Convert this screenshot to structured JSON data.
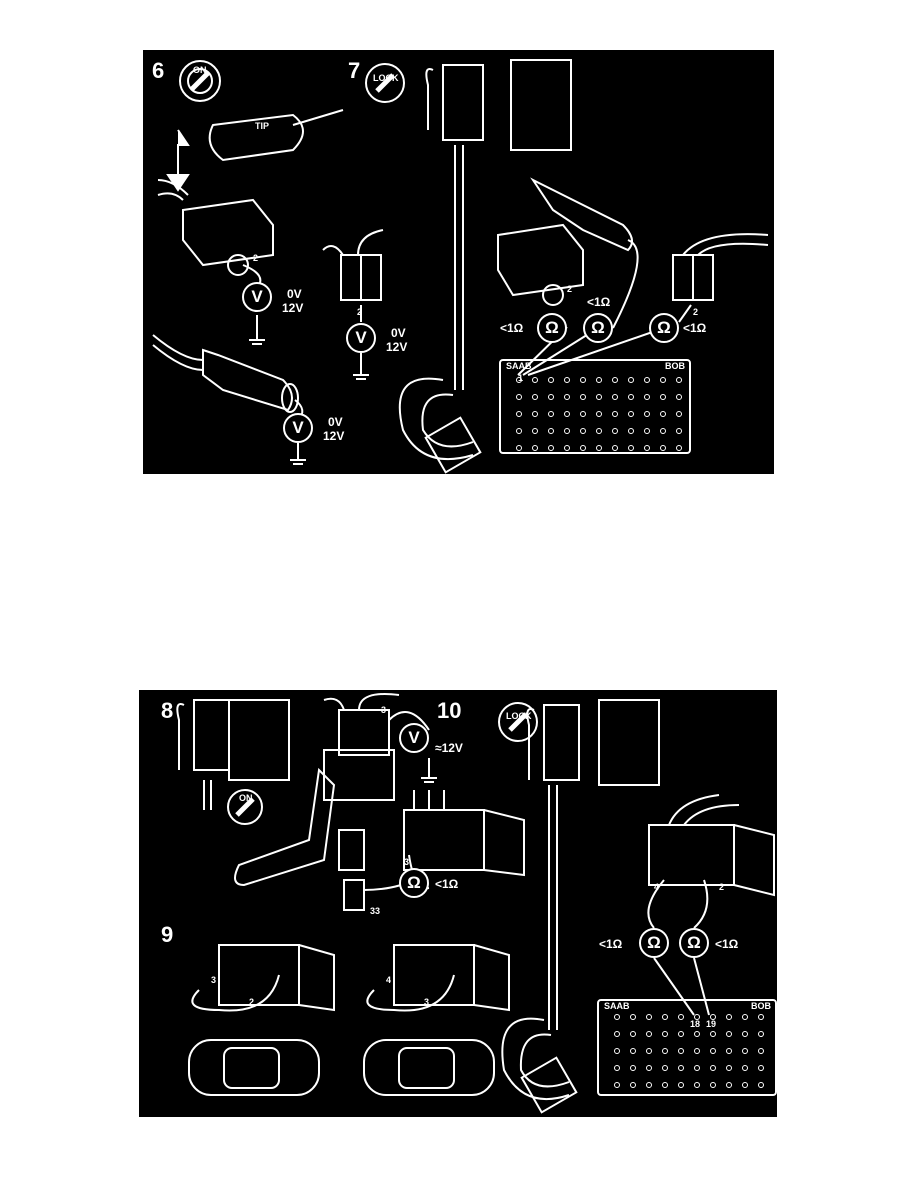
{
  "figure_top": {
    "step6": "6",
    "step7": "7",
    "switch_labels": {
      "on": "ON",
      "lock": "LOCK",
      "tip": "TIP"
    },
    "meters": [
      {
        "symbol": "V",
        "reading_low": "0V",
        "reading_high": "12V"
      },
      {
        "symbol": "V",
        "reading_low": "0V",
        "reading_high": "12V"
      },
      {
        "symbol": "V",
        "reading_low": "0V",
        "reading_high": "12V"
      },
      {
        "symbol": "Ω",
        "reading": "<1Ω"
      },
      {
        "symbol": "Ω",
        "reading": "<1Ω"
      },
      {
        "symbol": "Ω",
        "reading": "<1Ω"
      }
    ],
    "pins": {
      "p1": "2",
      "p2": "2",
      "p3": "2",
      "p4": "2",
      "bob_pin": "1"
    },
    "bob": {
      "left": "SAAB",
      "right": "BOB"
    }
  },
  "figure_bottom": {
    "step8": "8",
    "step9": "9",
    "step10": "10",
    "switch_labels": {
      "on": "ON",
      "lock": "LOCK"
    },
    "meters": [
      {
        "symbol": "V",
        "reading": "≈12V"
      },
      {
        "symbol": "Ω",
        "reading": "<1Ω"
      },
      {
        "symbol": "Ω",
        "reading": "<1Ω"
      },
      {
        "symbol": "Ω",
        "reading": "<1Ω"
      }
    ],
    "pins": {
      "a": "3",
      "b": "3",
      "c": "33",
      "d": "3",
      "e": "2",
      "f": "4",
      "g": "3",
      "h": "4",
      "i": "2",
      "bob18": "18",
      "bob19": "19"
    },
    "bob": {
      "left": "SAAB",
      "right": "BOB"
    }
  }
}
